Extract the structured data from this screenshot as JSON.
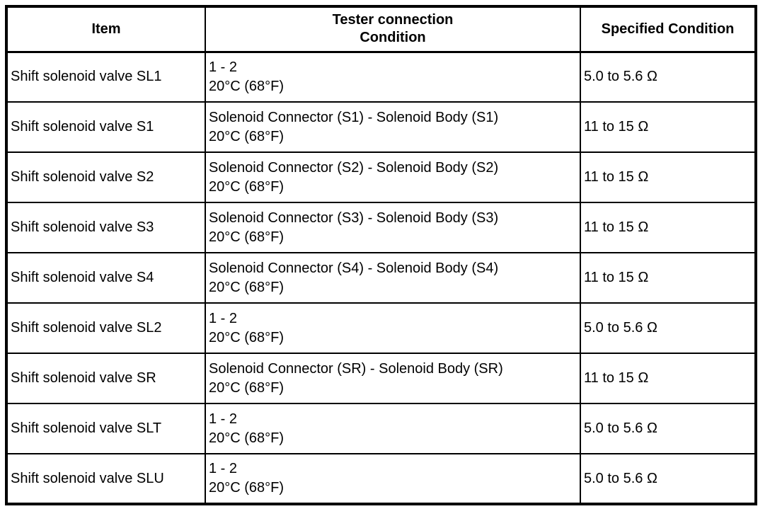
{
  "colors": {
    "border": "#000000",
    "text": "#000000",
    "background": "#ffffff"
  },
  "table": {
    "columns": [
      {
        "label": "Item"
      },
      {
        "line1": "Tester connection",
        "line2": "Condition"
      },
      {
        "label": "Specified Condition"
      }
    ],
    "rows": [
      {
        "item": "Shift solenoid valve SL1",
        "connection": "1 - 2",
        "condition": "20°C (68°F)",
        "specified_condition": "5.0 to 5.6 Ω"
      },
      {
        "item": "Shift solenoid valve S1",
        "connection": "Solenoid Connector (S1) - Solenoid Body (S1)",
        "condition": "20°C (68°F)",
        "specified_condition": "11 to 15 Ω"
      },
      {
        "item": "Shift solenoid valve S2",
        "connection": "Solenoid Connector (S2) - Solenoid Body (S2)",
        "condition": "20°C (68°F)",
        "specified_condition": "11 to 15 Ω"
      },
      {
        "item": "Shift solenoid valve S3",
        "connection": "Solenoid Connector (S3) - Solenoid Body (S3)",
        "condition": "20°C (68°F)",
        "specified_condition": "11 to 15 Ω"
      },
      {
        "item": "Shift solenoid valve S4",
        "connection": "Solenoid Connector (S4) - Solenoid Body (S4)",
        "condition": "20°C (68°F)",
        "specified_condition": "11 to 15 Ω"
      },
      {
        "item": "Shift solenoid valve SL2",
        "connection": "1 - 2",
        "condition": "20°C (68°F)",
        "specified_condition": "5.0 to 5.6 Ω"
      },
      {
        "item": "Shift solenoid valve SR",
        "connection": "Solenoid Connector (SR) - Solenoid Body (SR)",
        "condition": "20°C (68°F)",
        "specified_condition": "11 to 15 Ω"
      },
      {
        "item": "Shift solenoid valve SLT",
        "connection": "1 - 2",
        "condition": "20°C (68°F)",
        "specified_condition": "5.0 to 5.6 Ω"
      },
      {
        "item": "Shift solenoid valve SLU",
        "connection": "1 - 2",
        "condition": "20°C (68°F)",
        "specified_condition": "5.0 to 5.6 Ω"
      }
    ]
  }
}
